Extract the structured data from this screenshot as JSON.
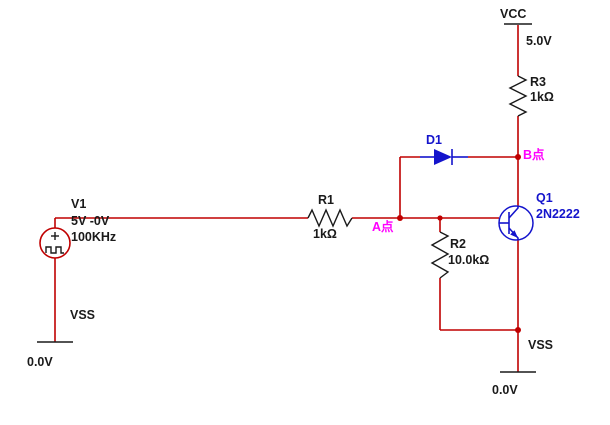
{
  "schematic": {
    "power": {
      "vcc": {
        "label": "VCC",
        "voltage": "5.0V"
      },
      "vss_left": {
        "label": "VSS",
        "voltage": "0.0V"
      },
      "vss_right": {
        "label": "VSS",
        "voltage": "0.0V"
      }
    },
    "components": {
      "v1": {
        "ref": "V1",
        "value": "5V -0V",
        "freq": "100KHz",
        "symbol": "square-wave-voltage-source"
      },
      "r1": {
        "ref": "R1",
        "value": "1kΩ",
        "symbol": "resistor"
      },
      "r2": {
        "ref": "R2",
        "value": "10.0kΩ",
        "symbol": "resistor"
      },
      "r3": {
        "ref": "R3",
        "value": "1kΩ",
        "symbol": "resistor"
      },
      "d1": {
        "ref": "D1",
        "symbol": "diode"
      },
      "q1": {
        "ref": "Q1",
        "value": "2N2222",
        "symbol": "npn-transistor"
      }
    },
    "nodes": {
      "a": {
        "label": "A点"
      },
      "b": {
        "label": "B点"
      }
    },
    "colors": {
      "wire": "#c00000",
      "component_blue": "#1414cc",
      "node_label_magenta": "#ff00ff",
      "text": "#1a1a1a",
      "background": "#ffffff"
    }
  }
}
